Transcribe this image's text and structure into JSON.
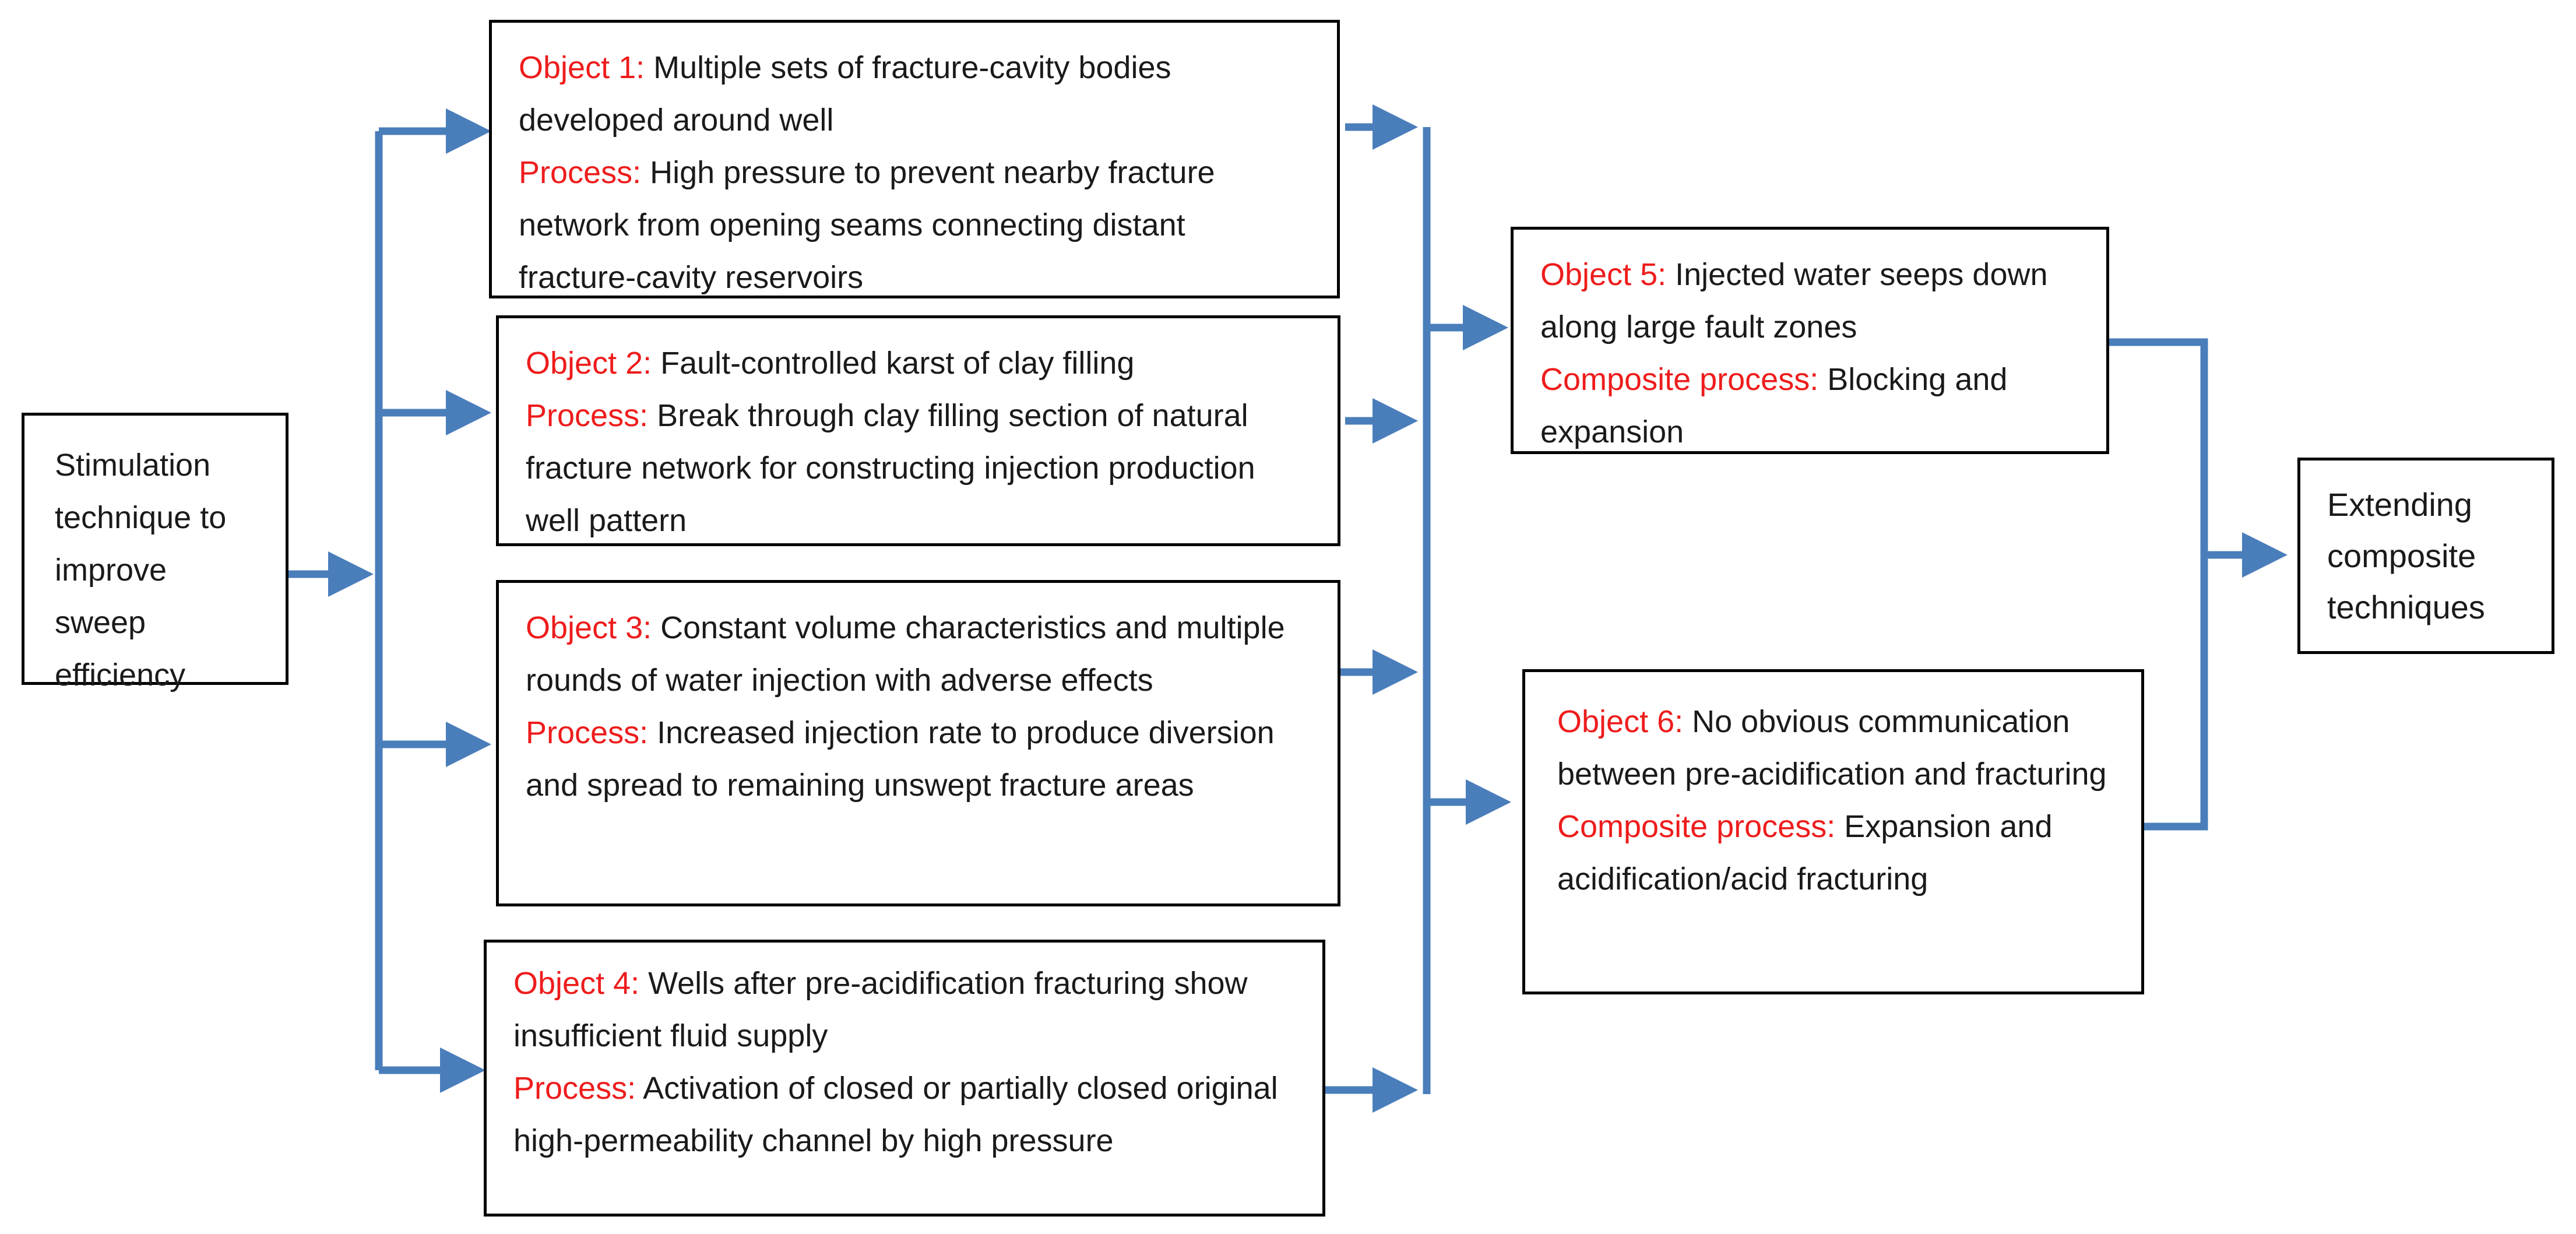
{
  "start": {
    "text": "Stimulation technique to improve sweep efficiency"
  },
  "objects": [
    {
      "object_label": "Object 1:",
      "object_text": "Multiple sets of fracture-cavity bodies developed around well",
      "process_label": "Process:",
      "process_text": "High pressure to prevent nearby fracture network from opening seams connecting distant fracture-cavity reservoirs"
    },
    {
      "object_label": "Object 2:",
      "object_text": "Fault-controlled karst of clay filling",
      "process_label": "Process:",
      "process_text": "Break through clay filling section of natural fracture network for constructing injection production well pattern"
    },
    {
      "object_label": "Object 3:",
      "object_text": "Constant volume characteristics and multiple rounds of water injection with adverse effects",
      "process_label": "Process:",
      "process_text": "Increased injection rate to produce diversion and spread to remaining unswept fracture areas"
    },
    {
      "object_label": "Object 4:",
      "object_text": "Wells after pre-acidification fracturing show insufficient fluid supply",
      "process_label": "Process:",
      "process_text": "Activation of closed or partially closed original high-permeability channel by high pressure"
    },
    {
      "object_label": "Object 5:",
      "object_text": "Injected water seeps down along large fault zones",
      "process_label": "Composite process:",
      "process_text": "Blocking and expansion"
    },
    {
      "object_label": "Object 6:",
      "object_text": "No obvious communication between pre-acidification and fracturing",
      "process_label": "Composite process:",
      "process_text": "Expansion and acidification/acid fracturing"
    }
  ],
  "end": {
    "text": "Extending composite techniques"
  },
  "colors": {
    "connector": "#4a7ebb",
    "keyword": "#ee1c1c",
    "border": "#000000",
    "text": "#1a1a1a"
  }
}
